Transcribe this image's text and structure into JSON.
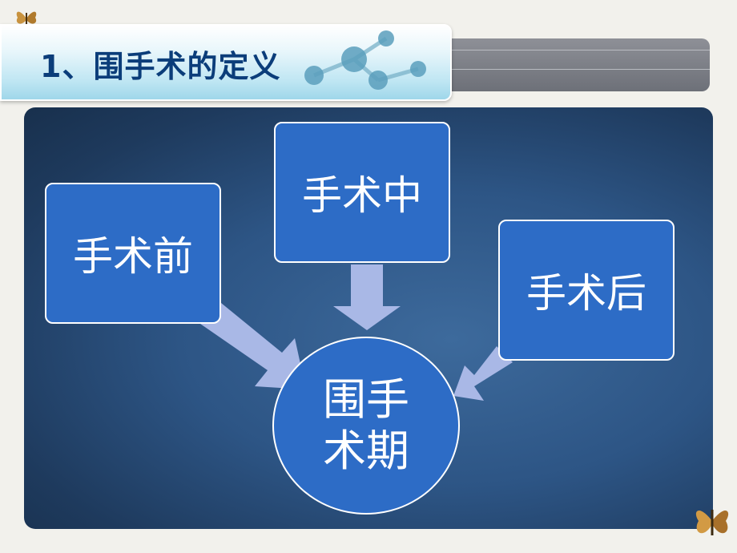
{
  "slide": {
    "title": "1、围手术的定义"
  },
  "diagram": {
    "nodes": {
      "before": "手术前",
      "during": "手术中",
      "after": "手术后",
      "center": "围手术期"
    }
  },
  "colors": {
    "box_fill": "#2d6cc6",
    "arrow_fill": "#a9b8e6",
    "title_text": "#0b3d7a",
    "panel_bg": "#2d5585"
  },
  "icons": [
    "molecule-decoration-icon",
    "butterfly-icon"
  ]
}
